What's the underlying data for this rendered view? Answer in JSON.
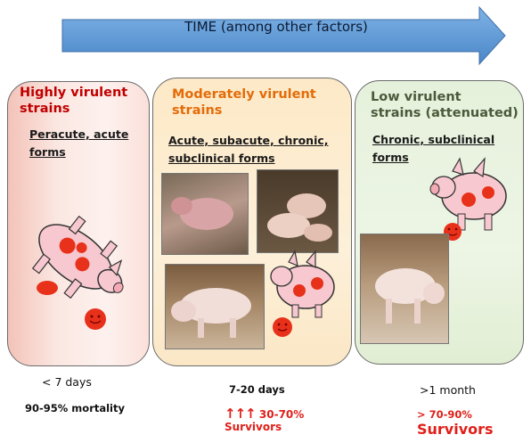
{
  "header": {
    "time_label": "TIME (among other factors)"
  },
  "panels": [
    {
      "title": "Highly virulent strains",
      "title_lines": [
        "Highly virulent",
        "strains"
      ],
      "forms_lines": [
        "Peracute, acute",
        "forms"
      ]
    },
    {
      "title": "Moderately virulent strains",
      "title_lines": [
        "Moderately virulent",
        "strains"
      ],
      "forms_lines": [
        "Acute, subacute, chronic,",
        "subclinical forms"
      ]
    },
    {
      "title": "Low virulent strains (attenuated)",
      "title_lines": [
        "Low virulent",
        "strains (attenuated)"
      ],
      "forms_lines": [
        "Chronic, subclinical",
        "forms"
      ]
    }
  ],
  "outcomes": {
    "high": {
      "duration": "< 7 days",
      "mortality": "90-95% mortality"
    },
    "moderate": {
      "duration": "7-20 days",
      "survivors_arrows": "↑↑↑",
      "survivors_range": "30-70%",
      "survivors_label": "Survivors"
    },
    "low": {
      "duration": ">1  month",
      "survivors_range": "> 70-90%",
      "survivors_label": "Survivors"
    }
  },
  "colors": {
    "arrow_fill": "#5b9bd5",
    "high_title": "#c00000",
    "moderate_title": "#e36c0a",
    "low_title": "#4a5a3a",
    "pig": "#f7c8cf",
    "spot": "#e8311a",
    "survivor_red": "#e0201a"
  },
  "icons": [
    "pig-cartoon-icon",
    "smiley-icon",
    "pig-photo"
  ]
}
